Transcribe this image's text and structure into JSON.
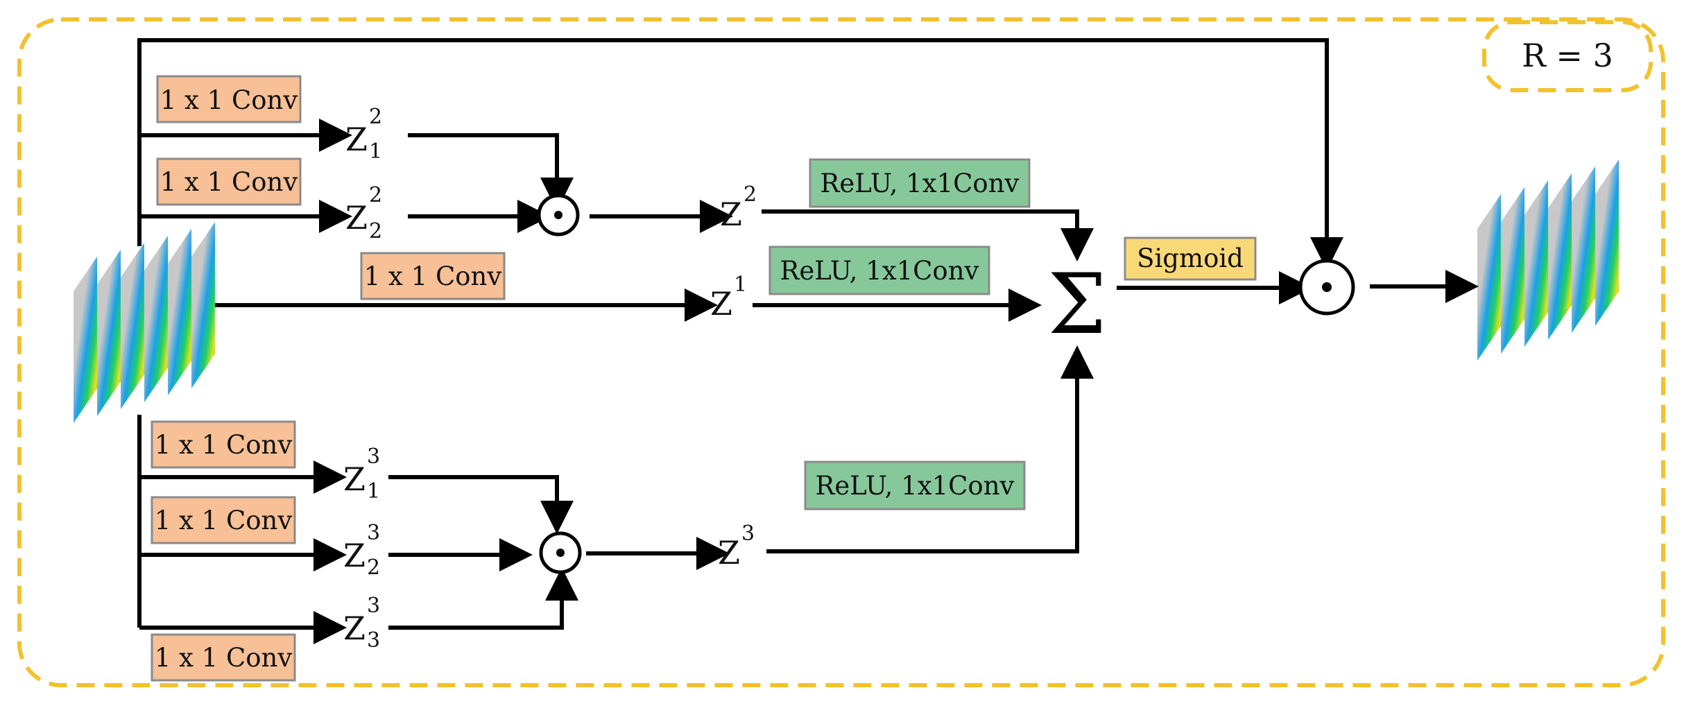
{
  "recurrence_label": "R = 3",
  "conv_label": "1 x 1 Conv",
  "relu_label": "ReLU, 1x1Conv",
  "sigmoid_label": "Sigmoid",
  "z_symbol": "Z",
  "z12": {
    "sub": "1",
    "sup": "2"
  },
  "z22": {
    "sub": "2",
    "sup": "2"
  },
  "z2": {
    "sub": "",
    "sup": "2"
  },
  "z1": {
    "sub": "",
    "sup": "1"
  },
  "z13": {
    "sub": "1",
    "sup": "3"
  },
  "z23": {
    "sub": "2",
    "sup": "3"
  },
  "z33": {
    "sub": "3",
    "sup": "3"
  },
  "z3": {
    "sub": "",
    "sup": "3"
  },
  "hadamard_symbol": "⊙",
  "sum_symbol": "Σ",
  "colors": {
    "frame": "#F2C12E",
    "conv": "#F7C096",
    "relu": "#87C89A",
    "sigmoid": "#F9D977"
  },
  "icons": [
    "feature-map-stack-icon",
    "hadamard-product-icon",
    "summation-icon"
  ]
}
